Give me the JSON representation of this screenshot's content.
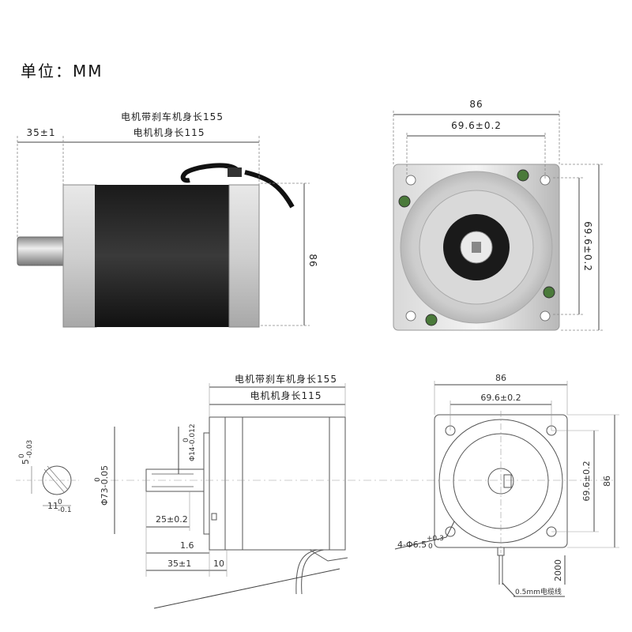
{
  "unit_label": "单位：MM",
  "photo_side": {
    "length_brake_label": "电机带刹车机身长155",
    "length_label": "电机机身长115",
    "shaft_label": "35±1",
    "height_label": "86"
  },
  "photo_front": {
    "width_label": "86",
    "hole_spacing_h_label": "69.6±0.2",
    "hole_spacing_v_label": "69.6±0.2"
  },
  "drawing_side": {
    "length_brake_label": "电机带刹车机身长155",
    "length_label": "电机机身长115",
    "flat_label": "5",
    "flat_tol": "-0.03",
    "flat_tol_top": "0",
    "key_label": "11",
    "key_tol": "-0.1",
    "key_tol_top": "0",
    "shaft_dia_label": "Φ14-0.012",
    "shaft_dia_tol_top": "0",
    "boss_dia_label": "Φ73-0.05",
    "boss_dia_tol_top": "0",
    "flat_len_label": "25±0.2",
    "flange_label": "1.6",
    "shaft_len_label": "35±1",
    "flange_thk_label": "10"
  },
  "drawing_front": {
    "width_label": "86",
    "hole_spacing_h_label": "69.6±0.2",
    "hole_spacing_v_label": "69.6±0.2",
    "height_label": "86",
    "holes_label": "4-Φ6.5",
    "holes_tol": "+0.3",
    "holes_tol_bottom": "0",
    "cable_len_label": "2000",
    "cable_label": "0.5mm电缆线"
  }
}
